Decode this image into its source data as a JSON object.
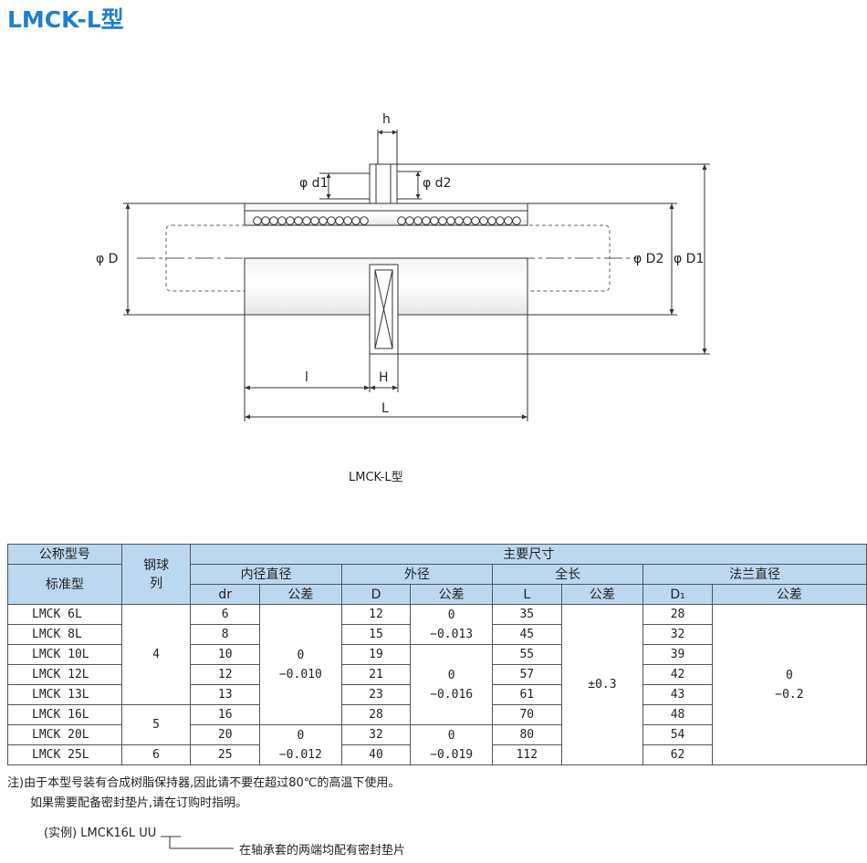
{
  "title": "LMCK-L型",
  "drawing": {
    "caption": "LMCK-L型",
    "labels": {
      "h": "h",
      "d1": "φ d1",
      "d2": "φ d2",
      "D": "φ D",
      "D2": "φ D2",
      "D1": "φ D1",
      "l": "l",
      "H": "H",
      "L": "L"
    }
  },
  "table": {
    "headers": {
      "nominal": "公称型号",
      "standard": "标准型",
      "balls_line1": "钢球",
      "balls_line2": "列",
      "main": "主要尺寸",
      "inner": "内径直径",
      "outer": "外径",
      "length": "全长",
      "flange": "法兰直径",
      "dr": "dr",
      "tol": "公差",
      "D": "D",
      "L": "L",
      "D1": "D₁"
    },
    "rows": [
      {
        "model": "LMCK 6L",
        "dr": "6",
        "D": "12",
        "L": "35",
        "D1": "28"
      },
      {
        "model": "LMCK 8L",
        "dr": "8",
        "D": "15",
        "L": "45",
        "D1": "32"
      },
      {
        "model": "LMCK 10L",
        "dr": "10",
        "D": "19",
        "L": "55",
        "D1": "39"
      },
      {
        "model": "LMCK 12L",
        "dr": "12",
        "D": "21",
        "L": "57",
        "D1": "42"
      },
      {
        "model": "LMCK 13L",
        "dr": "13",
        "D": "23",
        "L": "61",
        "D1": "43"
      },
      {
        "model": "LMCK 16L",
        "dr": "16",
        "D": "28",
        "L": "70",
        "D1": "48"
      },
      {
        "model": "LMCK 20L",
        "dr": "20",
        "D": "32",
        "L": "80",
        "D1": "54"
      },
      {
        "model": "LMCK 25L",
        "dr": "25",
        "D": "40",
        "L": "112",
        "D1": "62"
      }
    ],
    "balls": {
      "g1": "4",
      "g2": "5",
      "g3": "6"
    },
    "tol_dr": {
      "g1_top": "0",
      "g1_bot": "−0.010",
      "g2_top": "0",
      "g2_bot": "−0.012"
    },
    "tol_D": {
      "g1_top": "0",
      "g1_bot": "−0.013",
      "g2_top": "0",
      "g2_bot": "−0.016",
      "g3_top": "0",
      "g3_bot": "−0.019"
    },
    "tol_L": "±0.3",
    "tol_D1": {
      "top": "0",
      "bot": "−0.2"
    }
  },
  "notes": {
    "line1": "注)由于本型号装有合成树脂保持器,因此请不要在超过80℃的高温下使用。",
    "line2": "如果需要配备密封垫片,请在订购时指明。"
  },
  "example": {
    "prefix": "(实例)",
    "code": "LMCK16L",
    "suffix": "UU",
    "description": "在轴承套的两端均配有密封垫片"
  },
  "colors": {
    "title": "#1f7fcf",
    "header_bg": "#bcd8f1",
    "line": "#333333"
  }
}
